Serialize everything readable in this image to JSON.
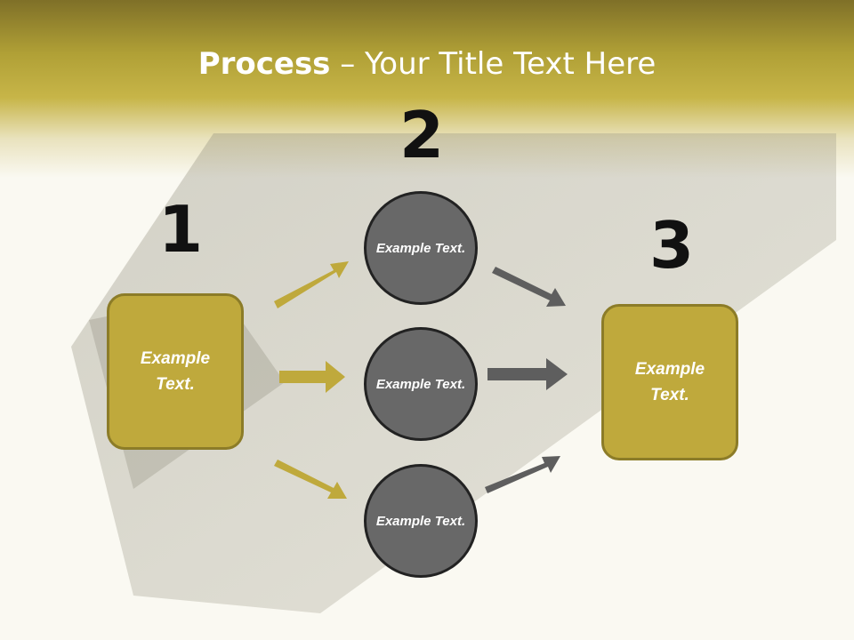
{
  "slide": {
    "title_bold": "Process",
    "title_rest": " – Your Title Text Here"
  },
  "steps": {
    "one": "1",
    "two": "2",
    "three": "3"
  },
  "boxes": {
    "left": "Example Text.",
    "right": "Example Text."
  },
  "circles": {
    "top": "Example Text.",
    "middle": "Example Text.",
    "bottom": "Example Text."
  },
  "colors": {
    "accent": "#bfa93c",
    "circle_fill": "#686868",
    "arrow_gold": "#bfa93c",
    "arrow_gray": "#5e5e5e"
  }
}
